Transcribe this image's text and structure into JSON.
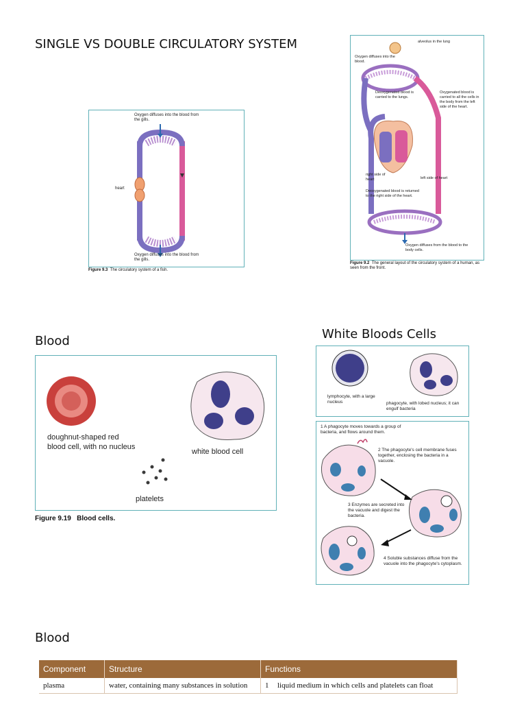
{
  "sections": {
    "circ_title": "SINGLE VS DOUBLE CIRCULATORY SYSTEM",
    "blood_title_1": "Blood",
    "wbc_title": "White Bloods Cells",
    "blood_title_2": "Blood"
  },
  "fish_figure": {
    "top_label": "Oxygen diffuses into the blood from the gills.",
    "heart_label": "heart",
    "bottom_label": "Oxygen diffuses into the blood from the gills.",
    "caption_num": "Figure 9.3",
    "caption_text": "The circulatory system of a fish."
  },
  "human_figure": {
    "alveolus": "alveolus in the lung",
    "oxygen_into_blood": "Oxygen diffuses into the blood.",
    "deoxygenated_to_lungs": "Deoxygenated blood is carried to the lungs.",
    "oxygenated_to_cells": "Oxygenated blood is carried to all the cells in the body from the left side of the heart.",
    "right_side": "right side of heart",
    "left_side": "left side of heart",
    "deoxygenated_returned": "Deoxygenated blood is returned to the right side of the heart.",
    "oxygen_to_cells": "Oxygen diffuses from the blood to the body cells.",
    "caption_num": "Figure 9.2",
    "caption_text": "The general layout of the circulatory system of a human, as seen from the front."
  },
  "blood_cells": {
    "rbc": "doughnut-shaped red blood cell, with no nucleus",
    "wbc": "white blood cell",
    "platelets": "platelets",
    "caption_num": "Figure 9.19",
    "caption_text": "Blood cells."
  },
  "wbc_figure": {
    "lymphocyte": "lymphocyte, with a large nucleus",
    "phagocyte": "phagocyte, with lobed nucleus; it can engulf bacteria",
    "step1": "1  A phagocyte moves towards a group of bacteria, and flows around them.",
    "step2": "2  The phagocyte's cell membrane fuses together, enclosing the bacteria in a vacuole.",
    "step3": "3  Enzymes are secreted into the vacuole and digest the bacteria.",
    "step4": "4  Soluble substances diffuse from the vacuole into the phagocyte's cytoplasm."
  },
  "table": {
    "headers": [
      "Component",
      "Structure",
      "Functions"
    ],
    "rows": [
      {
        "component": "plasma",
        "structure": "water, containing many substances in solution",
        "function_num": "1",
        "function": "liquid medium in which cells and platelets can float"
      }
    ]
  },
  "colors": {
    "frame": "#5fb0b7",
    "deoxygenated": "#7b6fc0",
    "oxygenated": "#d95a9a",
    "table_header": "#9c6a3a"
  }
}
